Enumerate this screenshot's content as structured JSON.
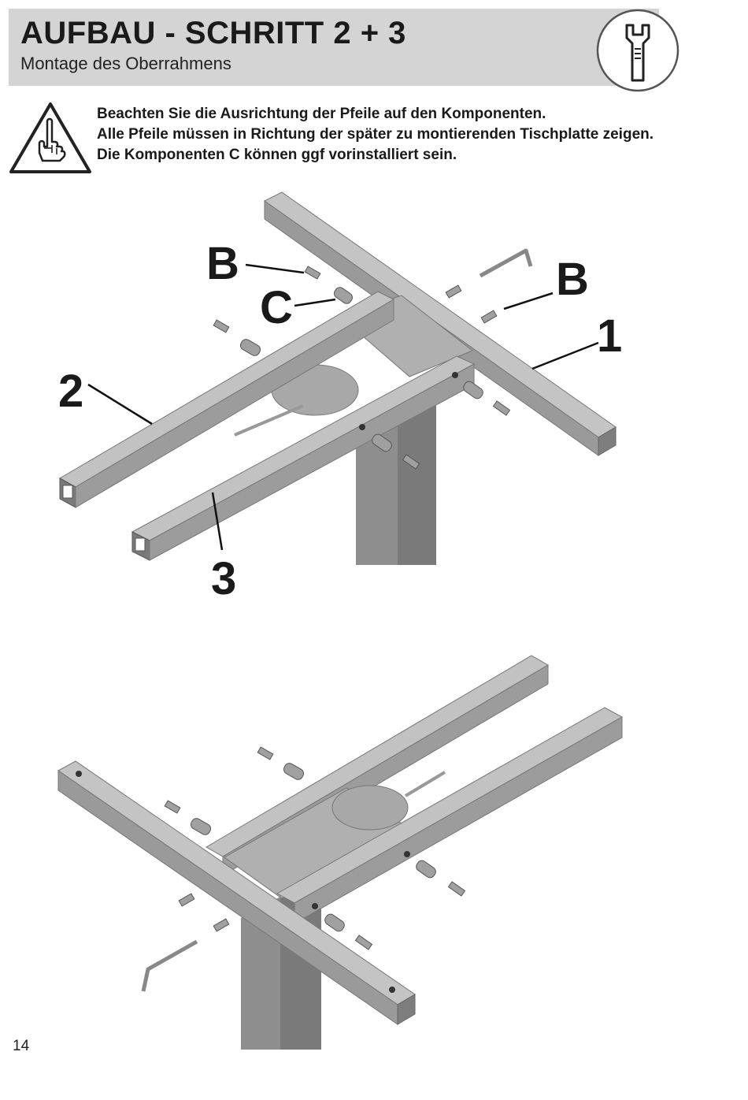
{
  "header": {
    "title": "AUFBAU - SCHRITT 2 + 3",
    "subtitle": "Montage des Oberrahmens",
    "tool_icon": "wrench-icon"
  },
  "notice": {
    "icon": "warning-hand-icon",
    "lines": [
      "Beachten Sie die Ausrichtung der Pfeile auf den Komponenten.",
      "Alle Pfeile müssen in Richtung der später zu montierenden Tischplatte zeigen.",
      "Die Komponenten C können ggf vorinstalliert sein."
    ]
  },
  "figure_top": {
    "callouts": {
      "b_left": "B",
      "c": "C",
      "b_right": "B",
      "one": "1",
      "two": "2",
      "three": "3"
    }
  },
  "page_number": "14",
  "colors": {
    "header_bg": "#d4d4d4",
    "metal": "#9a9a9a",
    "metal_dark": "#6e6e6e",
    "metal_light": "#c2c2c2"
  }
}
